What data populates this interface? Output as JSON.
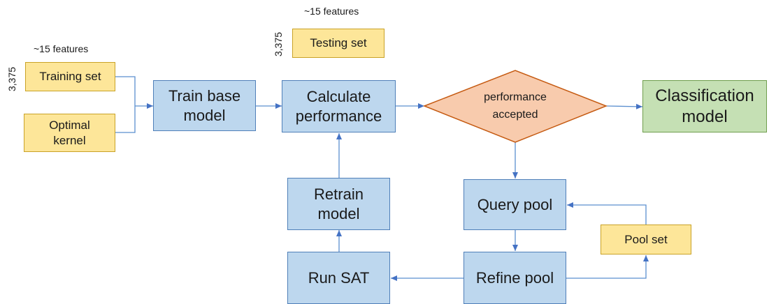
{
  "nodes": {
    "training_set": "Training set",
    "optimal_kernel": "Optimal\nkernel",
    "train_base_model": "Train base\nmodel",
    "testing_set": "Testing set",
    "calculate_performance": "Calculate\nperformance",
    "performance_accepted": "performance\naccepted",
    "classification_model": "Classification\nmodel",
    "retrain_model": "Retrain\nmodel",
    "query_pool": "Query pool",
    "run_sat": "Run SAT",
    "refine_pool": "Refine pool",
    "pool_set": "Pool set"
  },
  "annotations": {
    "training_features": "~15 features",
    "training_rows": "3,375",
    "testing_features": "~15 features",
    "testing_rows": "3,375"
  },
  "colors": {
    "yellow_fill": "#fde699",
    "blue_fill": "#bdd7ee",
    "green_fill": "#c5e0b4",
    "diamond_fill": "#f8cbad",
    "connector": "#4f7fb8"
  }
}
